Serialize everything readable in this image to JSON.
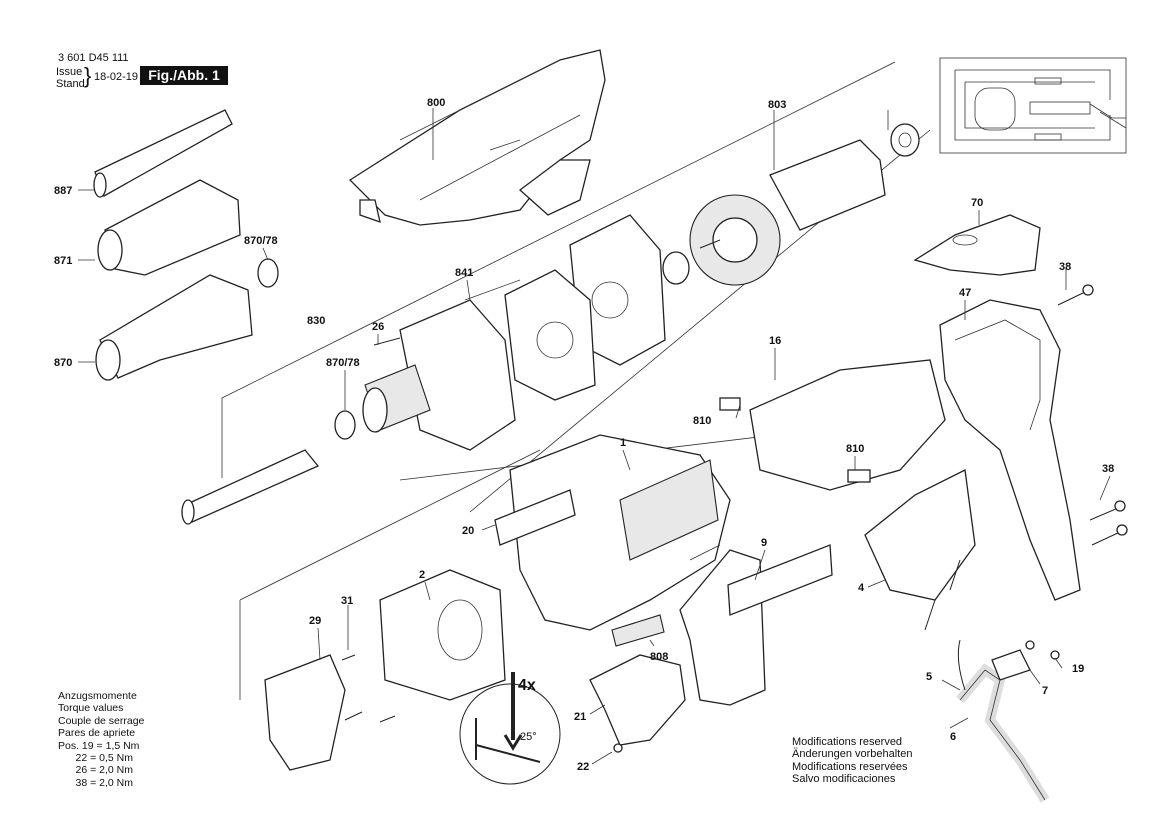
{
  "header": {
    "doc_number": "3 601 D45 111",
    "issue_label": "Issue",
    "stand_label": "Stand",
    "date": "18-02-19",
    "figure": "Fig./Abb. 1"
  },
  "torque": {
    "lines": [
      "Anzugsmomente",
      "Torque values",
      "Couple de serrage",
      "Pares de apriete"
    ],
    "values": [
      "Pos. 19 = 1,5 Nm",
      "      22 = 0,5 Nm",
      "      26 = 2,0 Nm",
      "      38 = 2,0 Nm"
    ]
  },
  "modifications": [
    "Modifications reserved",
    "Änderungen vorbehalten",
    "Modifications reservées",
    "Salvo modificaciones"
  ],
  "parts": {
    "p800": "800",
    "p803": "803",
    "p887": "887",
    "p871": "871",
    "p870": "870",
    "p870_78_a": "870/78",
    "p870_78_b": "870/78",
    "p841": "841",
    "p830": "830",
    "p26": "26",
    "p70": "70",
    "p38_a": "38",
    "p47": "47",
    "p16": "16",
    "p810_a": "810",
    "p810_b": "810",
    "p1": "1",
    "p38_b": "38",
    "p20": "20",
    "p9": "9",
    "p2": "2",
    "p31": "31",
    "p29": "29",
    "p4": "4",
    "p808": "808",
    "p5": "5",
    "p7": "7",
    "p19": "19",
    "p21": "21",
    "p6": "6",
    "p22": "22"
  },
  "callout": {
    "count": "4x",
    "angle": "25°"
  }
}
